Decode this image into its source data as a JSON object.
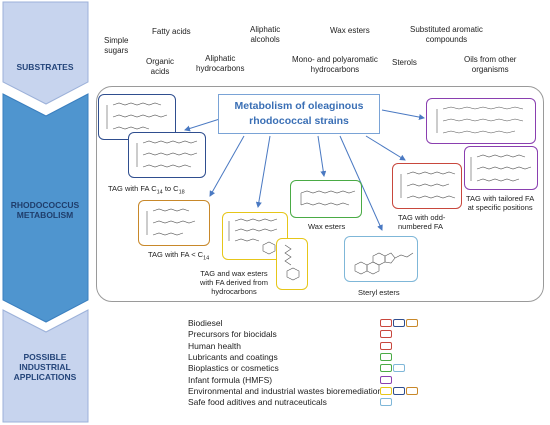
{
  "sections": {
    "substrates": "SUBSTRATES",
    "metabolism_l1": "RHODOCOCCUS",
    "metabolism_l2": "METABOLISM",
    "apps_l1": "POSSIBLE",
    "apps_l2": "INDUSTRIAL",
    "apps_l3": "APPLICATIONS"
  },
  "substrates": [
    [
      "Simple",
      "sugars"
    ],
    [
      "Fatty acids"
    ],
    [
      "Organic",
      "acids"
    ],
    [
      "Aliphatic",
      "hydrocarbons"
    ],
    [
      "Aliphatic",
      "alcohols"
    ],
    [
      "Wax esters"
    ],
    [
      "Mono- and polyaromatic",
      "hydrocarbons"
    ],
    [
      "Substituted aromatic",
      "compounds"
    ],
    [
      "Sterols"
    ],
    [
      "Oils from other",
      "organisms"
    ]
  ],
  "center": {
    "line1": "Metabolism of oleaginous",
    "line2": "rhodococcal strains"
  },
  "products": {
    "tag_c14_c18": {
      "pre": "TAG with FA C",
      "sub1": "14",
      "mid": " to C",
      "sub2": "18"
    },
    "tag_lt_c14": {
      "pre": "TAG with FA < C",
      "sub1": "14"
    },
    "tag_wax_l1": "TAG and wax esters",
    "tag_wax_l2": "with FA derived from",
    "tag_wax_l3": "hydrocarbons",
    "wax_esters": "Wax esters",
    "steryl_esters": "Steryl esters",
    "tag_odd_l1": "TAG with odd-",
    "tag_odd_l2": "numbered FA",
    "tag_tailored_l1": "TAG with tailored FA",
    "tag_tailored_l2": "at specific positions"
  },
  "colors": {
    "blue": "#2f4e8f",
    "orange": "#c8882a",
    "yellow": "#e6c619",
    "green": "#4aab45",
    "lightblue": "#7fb7d8",
    "red": "#c8473d",
    "purple": "#8a3fb0",
    "chevron_top": "#c7d4ee",
    "chevron_mid": "#4f95cf",
    "chevron_bottom": "#c7d4ee"
  },
  "applications": [
    {
      "label": "Biodiesel",
      "chips": [
        "red",
        "blue",
        "orange"
      ]
    },
    {
      "label": "Precursors for biocidals",
      "chips": [
        "red"
      ]
    },
    {
      "label": "Human health",
      "chips": [
        "red"
      ]
    },
    {
      "label": "Lubricants and coatings",
      "chips": [
        "green"
      ]
    },
    {
      "label": "Bioplastics or cosmetics",
      "chips": [
        "green",
        "lightblue"
      ]
    },
    {
      "label": "Infant formula (HMFS)",
      "chips": [
        "purple"
      ]
    },
    {
      "label": "Environmental and industrial wastes bioremediation",
      "chips": [
        "yellow",
        "blue",
        "orange"
      ]
    },
    {
      "label": "Safe food aditives and nutraceuticals",
      "chips": [
        "lightblue"
      ]
    }
  ]
}
